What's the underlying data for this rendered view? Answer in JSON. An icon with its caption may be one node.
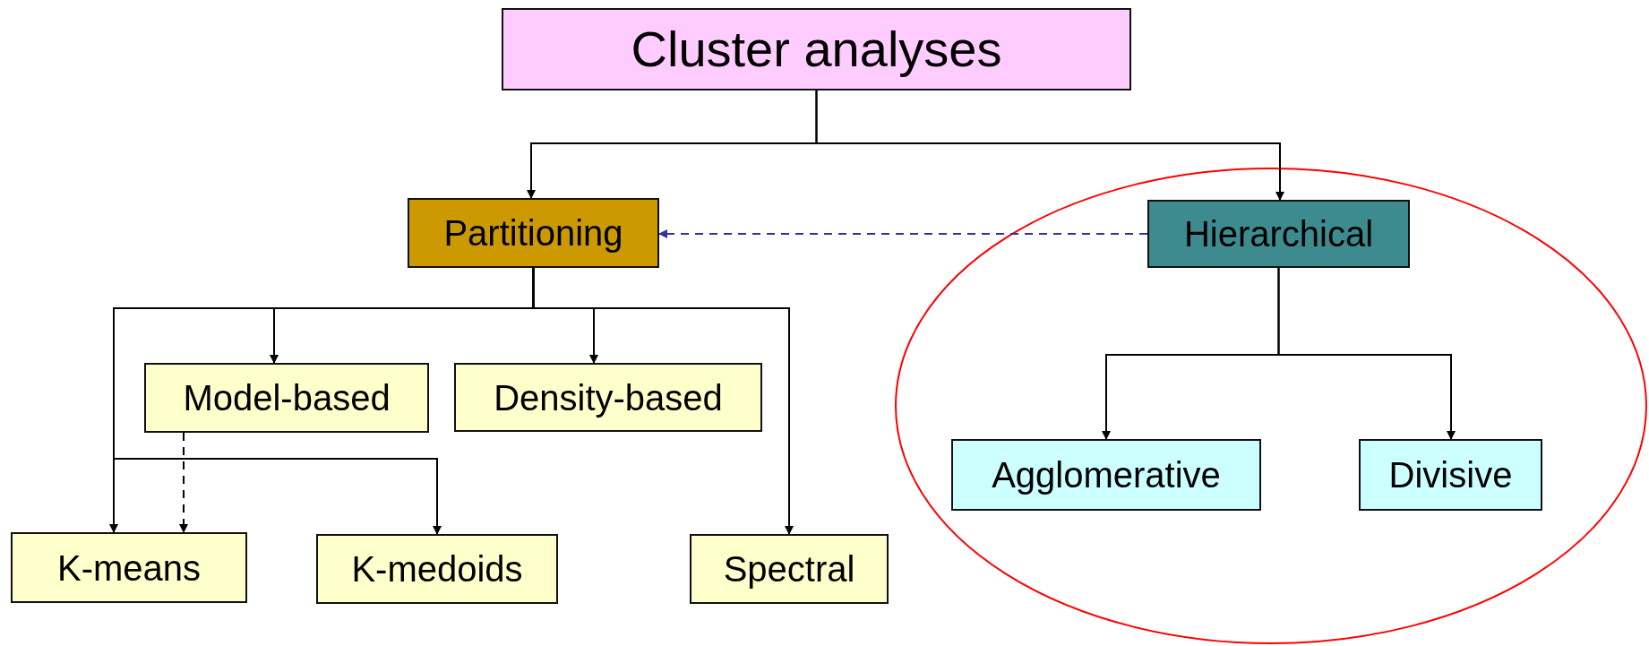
{
  "diagram": {
    "nodes": [
      {
        "text": [
          "Cluster analyses"
        ]
      },
      {
        "text": [
          "Partitioning"
        ]
      },
      {
        "text": [
          "Hierarchical"
        ]
      },
      {
        "text": [
          "Model-based"
        ]
      },
      {
        "text": [
          "Density-based"
        ]
      },
      {
        "text": [
          "K-means"
        ]
      },
      {
        "text": [
          "K-medoids"
        ]
      },
      {
        "text": [
          "Spectral"
        ]
      },
      {
        "text": [
          "Agglomerative"
        ]
      },
      {
        "text": [
          "Divisive"
        ]
      }
    ],
    "edges": [
      {
        "from": 0,
        "to": 1,
        "arrow": "to"
      },
      {
        "from": 0,
        "to": 2,
        "arrow": "to"
      },
      {
        "from": 2,
        "to": 1,
        "arrow": "to",
        "style": "dashed",
        "color": "#333399"
      },
      {
        "from": 1,
        "to": 3,
        "arrow": "to"
      },
      {
        "from": 1,
        "to": 4,
        "arrow": "to"
      },
      {
        "from": 1,
        "to": 7,
        "arrow": "to"
      },
      {
        "from": 1,
        "to": 5,
        "arrow": "to"
      },
      {
        "from": 1,
        "to": 6,
        "arrow": "to"
      },
      {
        "from": 3,
        "to": 5,
        "arrow": "to",
        "style": "dashed"
      },
      {
        "from": 2,
        "to": 8,
        "arrow": "to"
      },
      {
        "from": 2,
        "to": 9,
        "arrow": "to"
      }
    ]
  }
}
